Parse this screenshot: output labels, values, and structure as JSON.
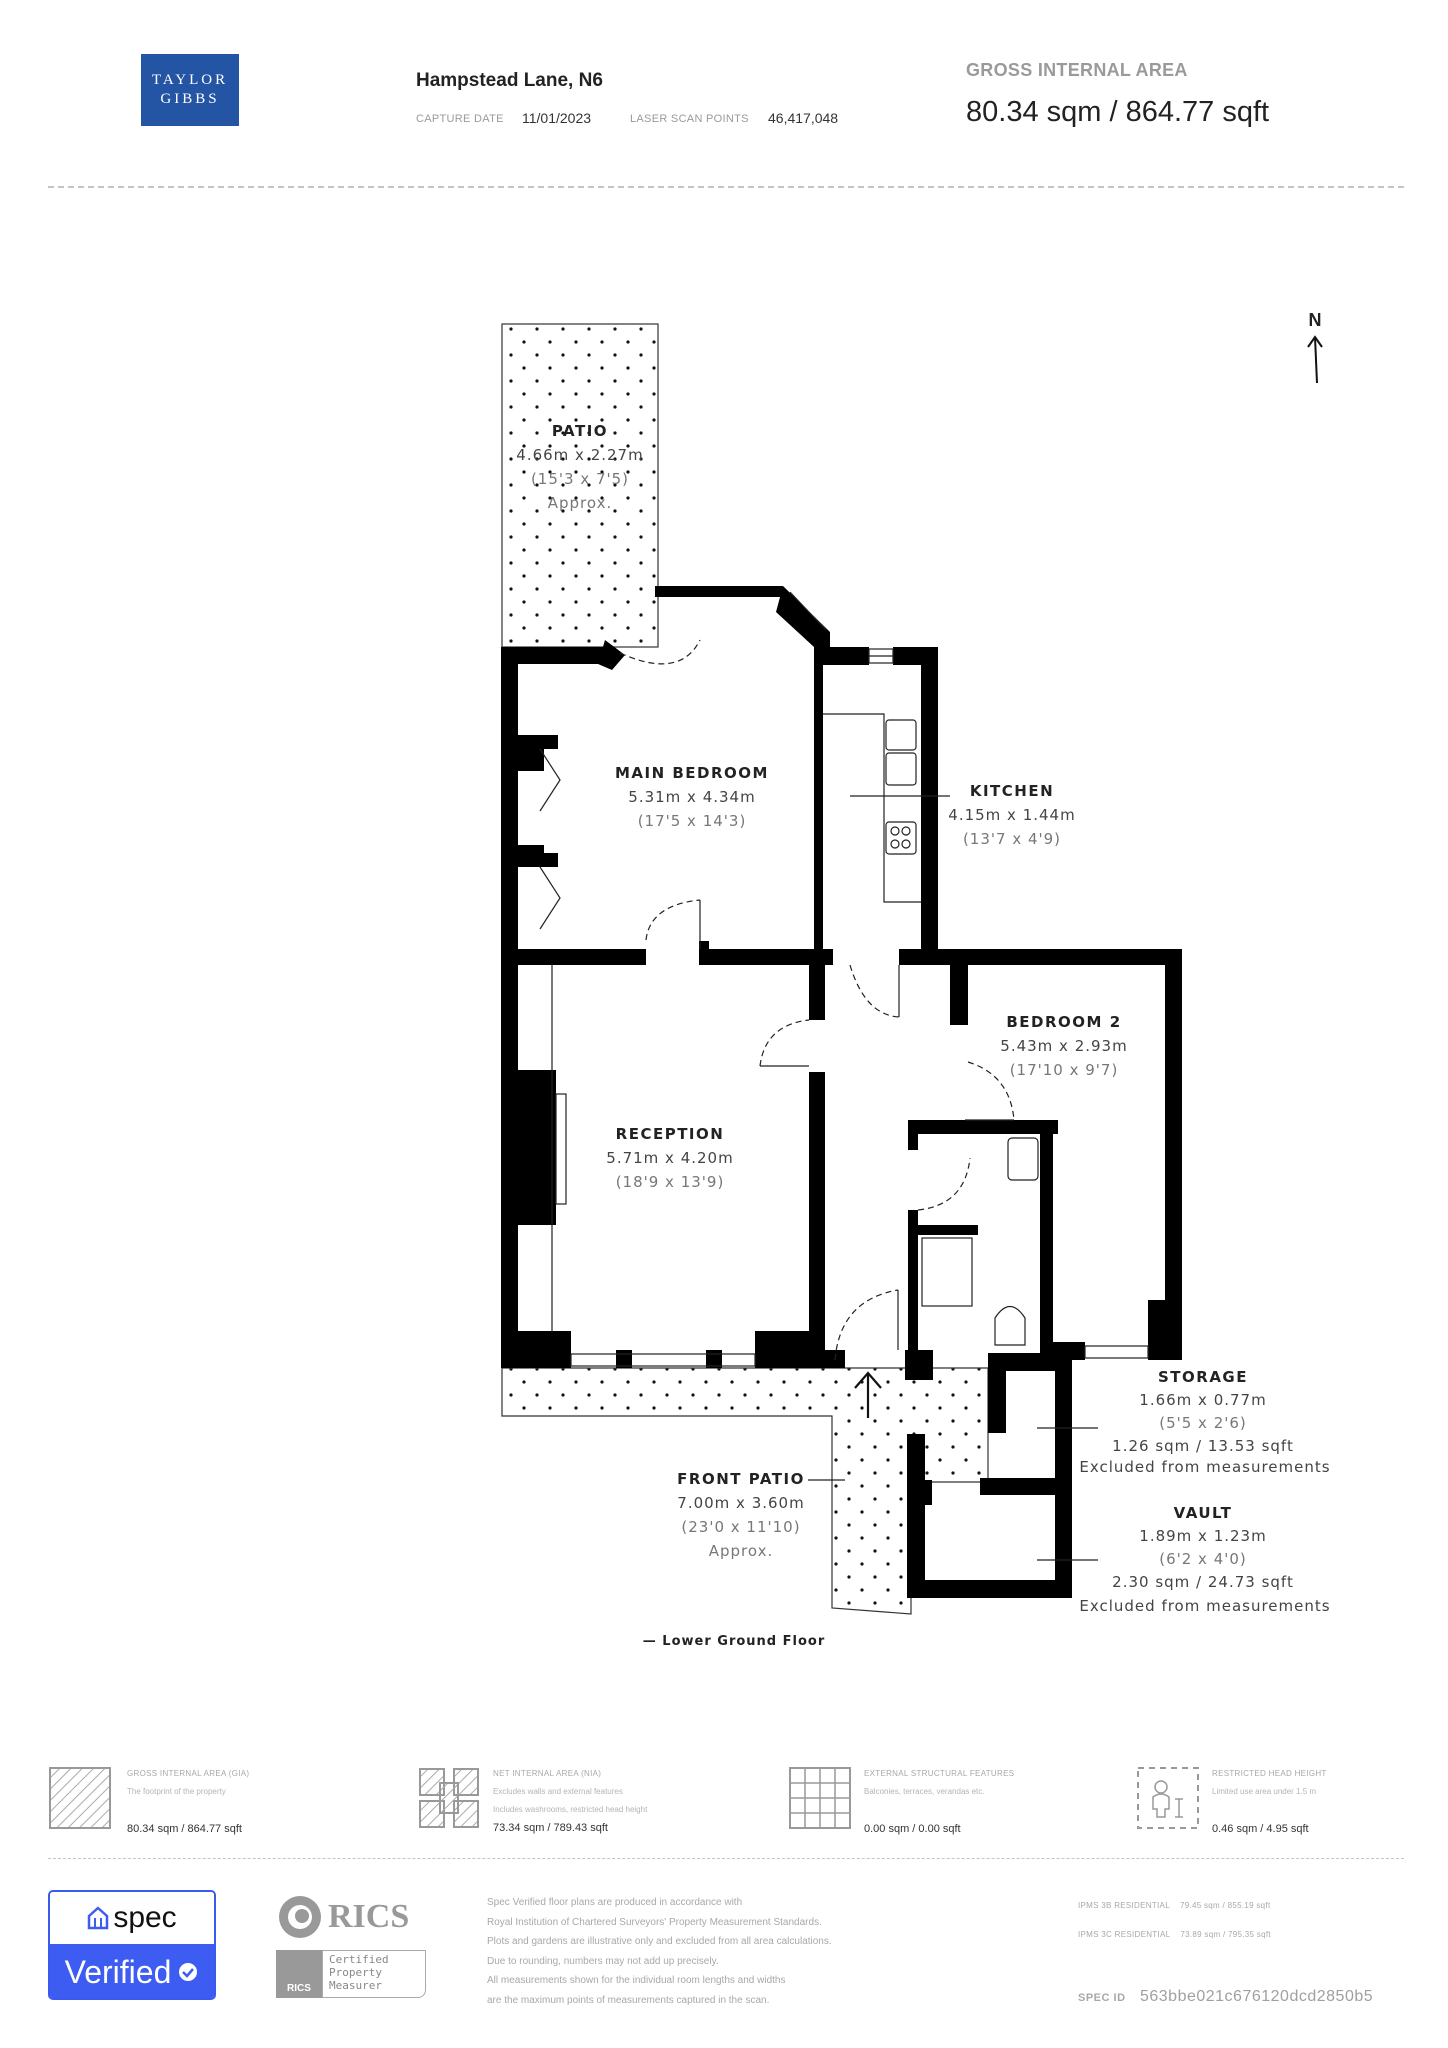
{
  "header": {
    "logo": {
      "line1": "TAYLOR",
      "line2": "GIBBS"
    },
    "address": "Hampstead Lane, N6",
    "capture_date_label": "CAPTURE DATE",
    "capture_date": "11/01/2023",
    "scan_points_label": "LASER SCAN POINTS",
    "scan_points": "46,417,048",
    "gia_label": "GROSS INTERNAL AREA",
    "gia_value": "80.34 sqm / 864.77 sqft"
  },
  "compass": {
    "label": "N"
  },
  "floor_label": "— Lower Ground Floor",
  "rooms": [
    {
      "name": "PATIO",
      "dim": "4.66m x 2.27m",
      "imperial": "(15'3 x 7'5)",
      "note": "Approx."
    },
    {
      "name": "MAIN BEDROOM",
      "dim": "5.31m x 4.34m",
      "imperial": "(17'5 x 14'3)"
    },
    {
      "name": "KITCHEN",
      "dim": "4.15m x 1.44m",
      "imperial": "(13'7 x 4'9)"
    },
    {
      "name": "BEDROOM 2",
      "dim": "5.43m x 2.93m",
      "imperial": "(17'10 x 9'7)"
    },
    {
      "name": "RECEPTION",
      "dim": "5.71m x 4.20m",
      "imperial": "(18'9 x 13'9)"
    },
    {
      "name": "STORAGE",
      "dim": "1.66m x 0.77m",
      "imperial": "(5'5 x 2'6)",
      "area": "1.26 sqm / 13.53 sqft",
      "note": "Excluded from measurements"
    },
    {
      "name": "FRONT PATIO",
      "dim": "7.00m x 3.60m",
      "imperial": "(23'0 x 11'10)",
      "note": "Approx."
    },
    {
      "name": "VAULT",
      "dim": "1.89m x 1.23m",
      "imperial": "(6'2 x 4'0)",
      "area": "2.30 sqm / 24.73 sqft",
      "note": "Excluded from measurements"
    }
  ],
  "legend": [
    {
      "title": "GROSS INTERNAL AREA (GIA)",
      "desc1": "The footprint of the property",
      "desc2": "",
      "value": "80.34 sqm / 864.77 sqft",
      "icon": "hatched-square-icon"
    },
    {
      "title": "NET INTERNAL AREA (NIA)",
      "desc1": "Excludes walls and external features",
      "desc2": "Includes washrooms, restricted head height",
      "value": "73.34 sqm / 789.43 sqft",
      "icon": "hatched-rooms-icon"
    },
    {
      "title": "EXTERNAL STRUCTURAL FEATURES",
      "desc1": "Balconies, terraces, verandas etc.",
      "desc2": "",
      "value": "0.00 sqm / 0.00 sqft",
      "icon": "grid-icon"
    },
    {
      "title": "RESTRICTED HEAD HEIGHT",
      "desc1": "Limited use area under 1.5 m",
      "desc2": "",
      "value": "0.46 sqm / 4.95 sqft",
      "icon": "person-height-icon"
    }
  ],
  "footer": {
    "spec_badge": {
      "brand": "spec",
      "verified": "Verified"
    },
    "rics": {
      "brand": "RICS",
      "cert_line1": "Certified",
      "cert_line2": "Property",
      "cert_line3": "Measurer"
    },
    "disclaimer": [
      "Spec Verified floor plans are produced in accordance with",
      "Royal Institution of Chartered Surveyors' Property Measurement Standards.",
      "Plots and gardens are illustrative only and excluded from all area calculations.",
      "Due to rounding, numbers may not add up precisely.",
      "All measurements shown for the individual room lengths and widths",
      "are the maximum points of measurements captured in the scan."
    ],
    "ipms": [
      {
        "label": "IPMS 3B RESIDENTIAL",
        "value": "79.45 sqm / 855.19 sqft"
      },
      {
        "label": "IPMS 3C RESIDENTIAL",
        "value": "73.89 sqm / 795.35 sqft"
      }
    ],
    "spec_id_label": "SPEC ID",
    "spec_id": "563bbe021c676120dcd2850b5"
  }
}
